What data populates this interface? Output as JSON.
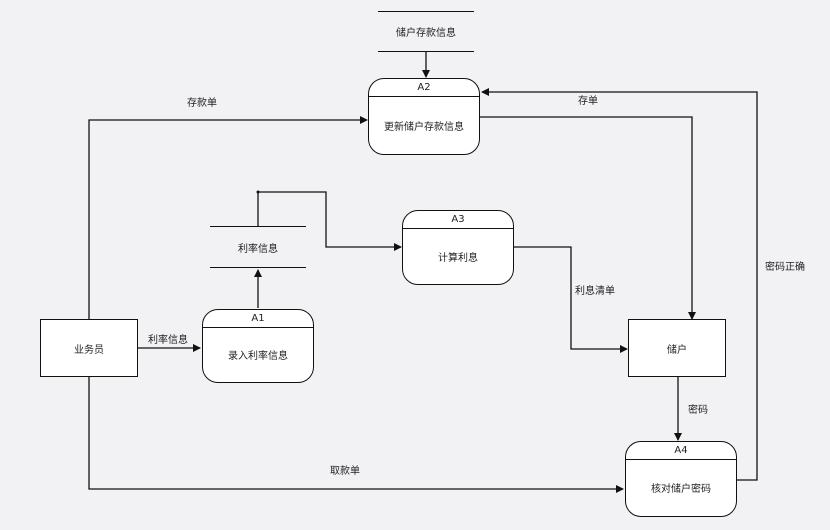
{
  "processes": [
    {
      "id": "A1",
      "name": "录入利率信息"
    },
    {
      "id": "A2",
      "name": "更新储户存款信息"
    },
    {
      "id": "A3",
      "name": "计算利息"
    },
    {
      "id": "A4",
      "name": "核对储户密码"
    }
  ],
  "entities": {
    "clerk": "业务员",
    "depositor": "储户"
  },
  "data_stores": {
    "deposit_info": "储户存款信息",
    "rate_info": "利率信息"
  },
  "flows": {
    "deposit_form": "存款单",
    "deposit_receipt": "存单",
    "rate_info": "利率信息",
    "interest_statement": "利息清单",
    "password": "密码",
    "password_correct": "密码正确",
    "withdrawal_form": "取款单"
  }
}
